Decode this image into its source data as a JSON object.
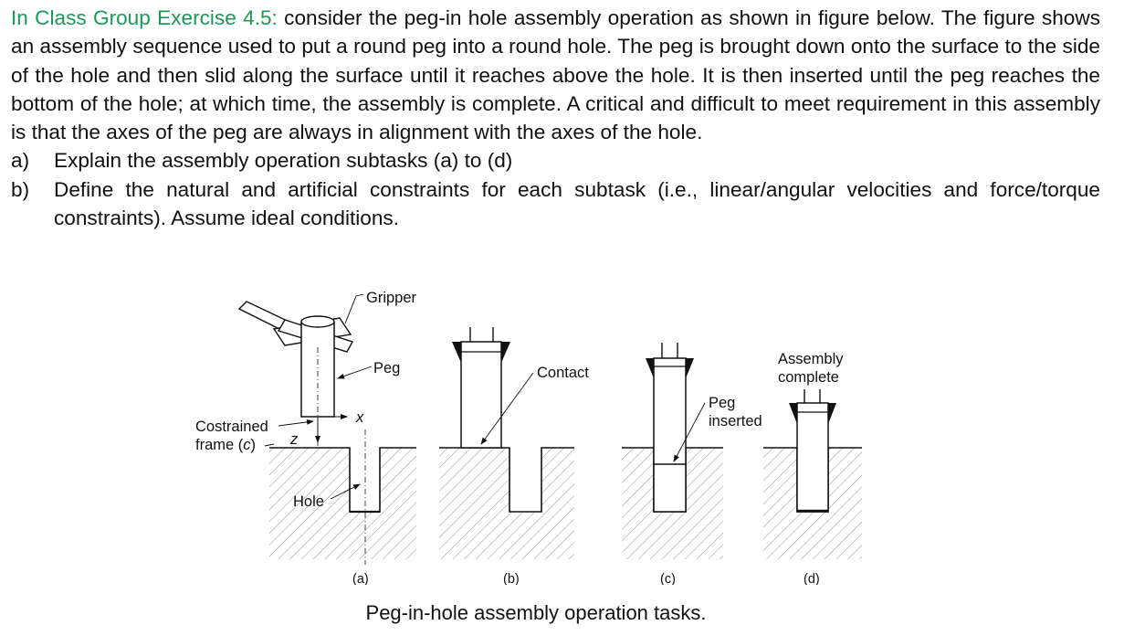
{
  "exercise": {
    "heading": "In Class Group Exercise 4.5:",
    "intro": " consider the peg-in hole assembly operation as shown in figure below. The figure shows an assembly sequence used to put a round peg into a round hole. The peg is brought down onto the surface to the side of the hole and then slid along the surface until it reaches above the hole. It is then inserted until the peg reaches the bottom of the hole; at which time, the assembly is complete. A critical and difficult to meet requirement in this assembly is that the axes of the peg are always in alignment with the axes of the hole.",
    "items": [
      {
        "marker": "a)",
        "text": "Explain the assembly operation subtasks (a) to (d)"
      },
      {
        "marker": "b)",
        "text": "Define the natural and artificial constraints for each subtask (i.e., linear/angular velocities and force/torque constraints). Assume ideal conditions."
      }
    ]
  },
  "figure": {
    "labels": {
      "gripper": "Gripper",
      "peg": "Peg",
      "constrained_line1": "Costrained",
      "constrained_line2": "frame (",
      "constrained_c": "c",
      "constrained_end": ")",
      "axis_x": "x",
      "axis_z": "z",
      "hole": "Hole",
      "contact": "Contact",
      "peg_inserted_line1": "Peg",
      "peg_inserted_line2": "inserted",
      "assembly_line1": "Assembly",
      "assembly_line2": "complete"
    },
    "panels": [
      "(a)",
      "(b)",
      "(c)",
      "(d)"
    ],
    "caption": "Peg-in-hole assembly operation tasks."
  }
}
